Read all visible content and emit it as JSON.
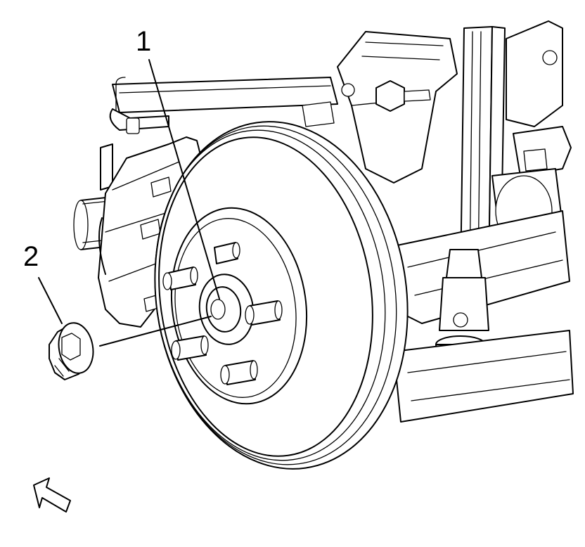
{
  "callouts": [
    {
      "id": "1",
      "label": "1"
    },
    {
      "id": "2",
      "label": "2"
    }
  ],
  "icons": {
    "view_direction": "view-direction-arrow-icon"
  },
  "colors": {
    "line": "#000000",
    "background": "#ffffff"
  }
}
